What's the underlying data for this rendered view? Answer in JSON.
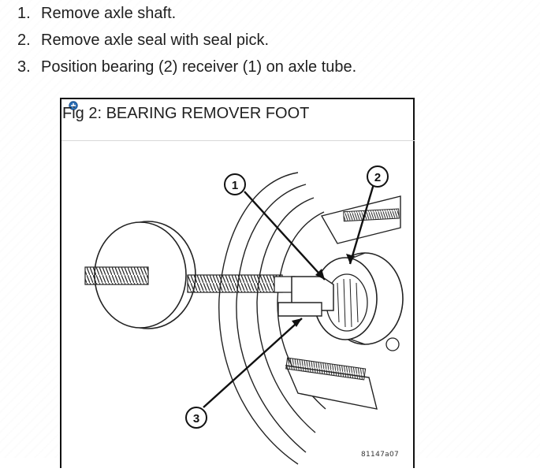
{
  "steps": [
    {
      "number": "1.",
      "text": "Remove axle shaft."
    },
    {
      "number": "2.",
      "text": "Remove axle seal with seal pick."
    },
    {
      "number": "3.",
      "text": "Position bearing (2) receiver (1) on axle tube."
    }
  ],
  "figure": {
    "title": "Fig 2: BEARING REMOVER FOOT",
    "callouts": [
      "1",
      "2",
      "3"
    ],
    "code": "81147a07",
    "expand_icon": "plus-circle-icon"
  }
}
